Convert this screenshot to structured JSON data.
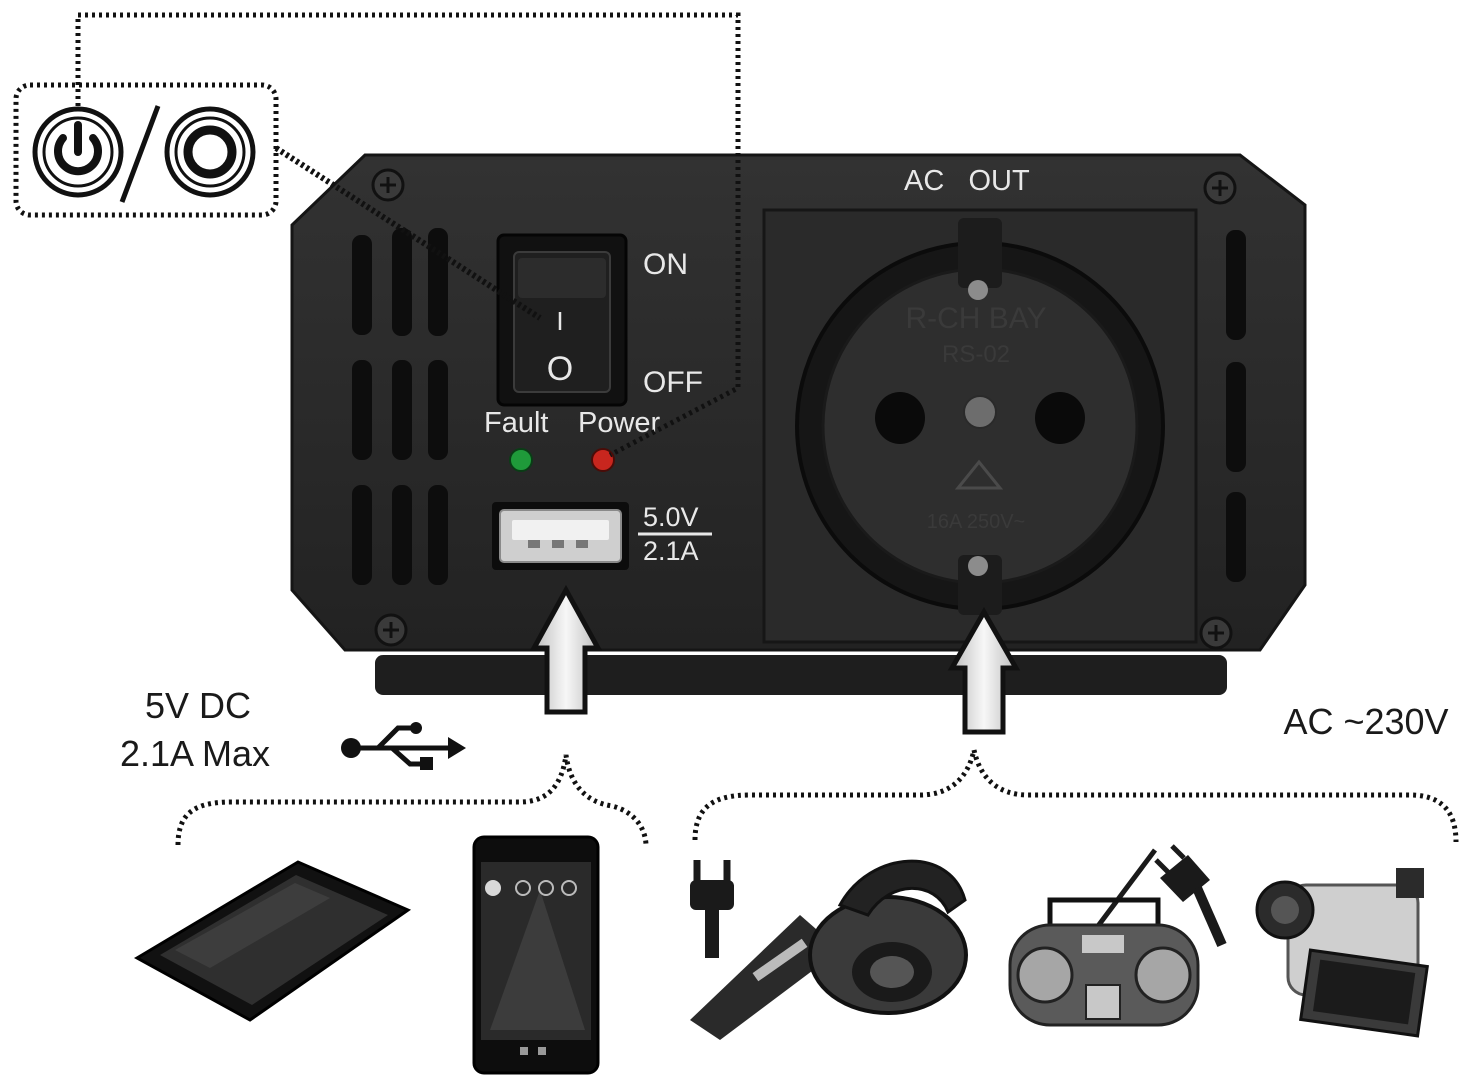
{
  "switch_symbols": {
    "icon_on": "power-icon",
    "icon_off": "standby-ring-icon"
  },
  "switch": {
    "on_label": "ON",
    "off_label": "OFF",
    "mark_on": "I",
    "mark_off": "O"
  },
  "leds": {
    "fault_label": "Fault",
    "power_label": "Power",
    "fault_color": "#1f9a3a",
    "power_color": "#c8261e"
  },
  "usb": {
    "voltage": "5.0V",
    "current": "2.1A",
    "icon": "usb-icon"
  },
  "ac_out": {
    "label": "AC   OUT"
  },
  "socket": {
    "brand": "R-CH BAY",
    "model": "RS-02",
    "rating": "16A 250V~"
  },
  "dc_output": {
    "line1": "5V DC",
    "line2": "2.1A Max"
  },
  "ac_output": {
    "label": "AC ~230V"
  },
  "devices": {
    "dc": [
      "tablet-image",
      "smartphone-image"
    ],
    "ac": [
      "plug-icon",
      "vacuum-cleaner-image",
      "boombox-radio-image",
      "camcorder-image"
    ]
  },
  "colors": {
    "panel": "#2b2b2b",
    "panel_edge": "#1b1b1b",
    "arrow_fill": "#e4e4e4"
  }
}
